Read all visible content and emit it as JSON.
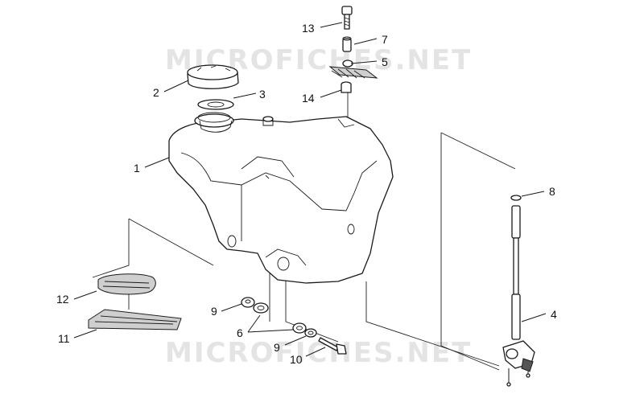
{
  "watermark": "MICROFICHES.NET",
  "labels": {
    "l1": "1",
    "l2": "2",
    "l3": "3",
    "l4": "4",
    "l5": "5",
    "l6": "6",
    "l7": "7",
    "l8": "8",
    "l9a": "9",
    "l9b": "9",
    "l10": "10",
    "l11": "11",
    "l12": "12",
    "l13": "13",
    "l14": "14"
  }
}
